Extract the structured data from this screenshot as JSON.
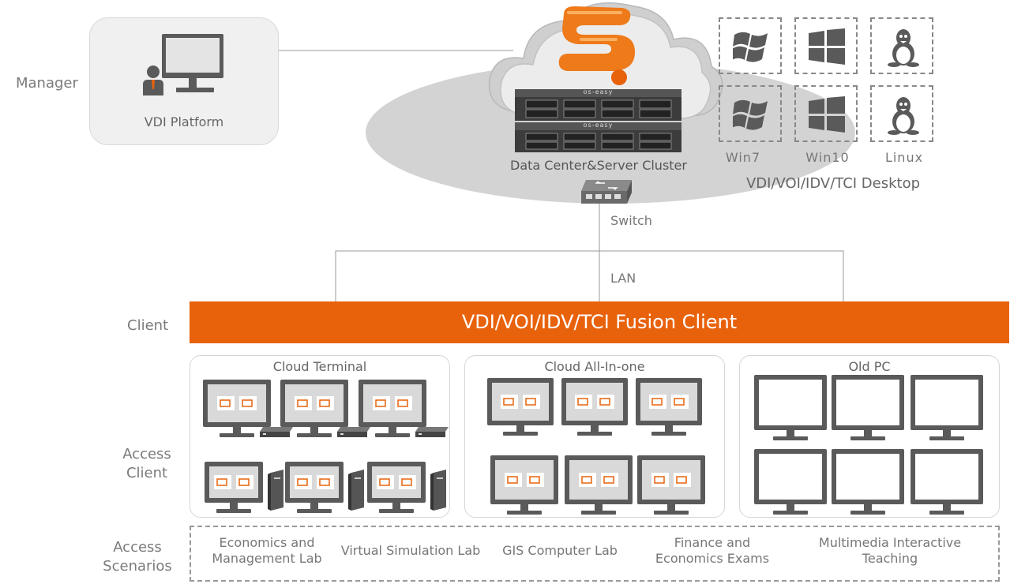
{
  "rows": {
    "manager": "Manager",
    "client": "Client",
    "access_client": [
      "Access",
      "Client"
    ],
    "access_scenarios": [
      "Access",
      "Scenarios"
    ]
  },
  "vdi_platform": {
    "label": "VDI Platform"
  },
  "datacenter": {
    "label": "Data Center&Server Cluster",
    "brand": "os-easy"
  },
  "switch": {
    "label": "Switch"
  },
  "lan": {
    "label": "LAN"
  },
  "desktops": {
    "title": "VDI/VOI/IDV/TCI Desktop",
    "os": [
      {
        "label": "Win7",
        "icon": "windows7-icon"
      },
      {
        "label": "Win10",
        "icon": "windows10-icon"
      },
      {
        "label": "Linux",
        "icon": "linux-tux-icon"
      }
    ]
  },
  "fusion_client": {
    "label": "VDI/VOI/IDV/TCI Fusion Client"
  },
  "panels": {
    "cloud_terminal": "Cloud Terminal",
    "cloud_aio": "Cloud All-In-one",
    "old_pc": "Old PC"
  },
  "scenarios": [
    [
      "Economics and",
      "Management Lab"
    ],
    [
      "Virtual Simulation Lab"
    ],
    [
      "GIS Computer Lab"
    ],
    [
      "Finance and",
      "Economics Exams"
    ],
    [
      "Multimedia Interactive",
      "Teaching"
    ]
  ],
  "colors": {
    "accent": "#e8620c",
    "gray": "#5a5a5a",
    "cloud": "#d3d3d3"
  }
}
